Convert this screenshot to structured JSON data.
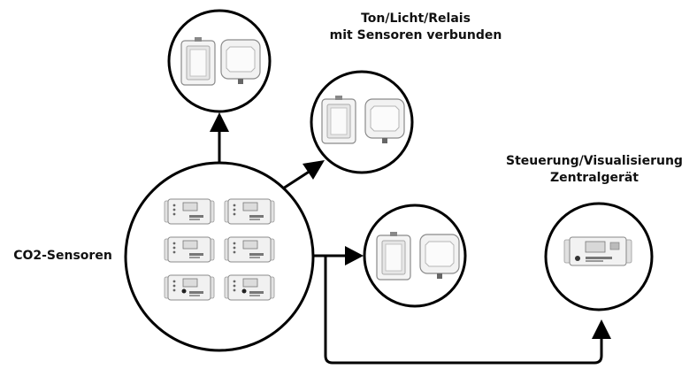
{
  "labels": {
    "output_devices_line1": "Ton/Licht/Relais",
    "output_devices_line2": "mit Sensoren verbunden",
    "controller_line1": "Steuerung/Visualisierung",
    "controller_line2": "Zentralgerät",
    "sensors": "CO2-Sensoren"
  },
  "nodes": {
    "sensor_count": 6,
    "output_device_groups": 3,
    "controller_count": 1
  },
  "colors": {
    "line": "#000000",
    "device_light": "#eeeeee",
    "device_mid": "#cfcfcf",
    "device_dark": "#9a9a9a",
    "background": "#ffffff"
  },
  "icons": [
    "relay-box-icon",
    "signal-box-icon",
    "co2-sensor-icon",
    "controller-icon",
    "arrow-icon"
  ]
}
